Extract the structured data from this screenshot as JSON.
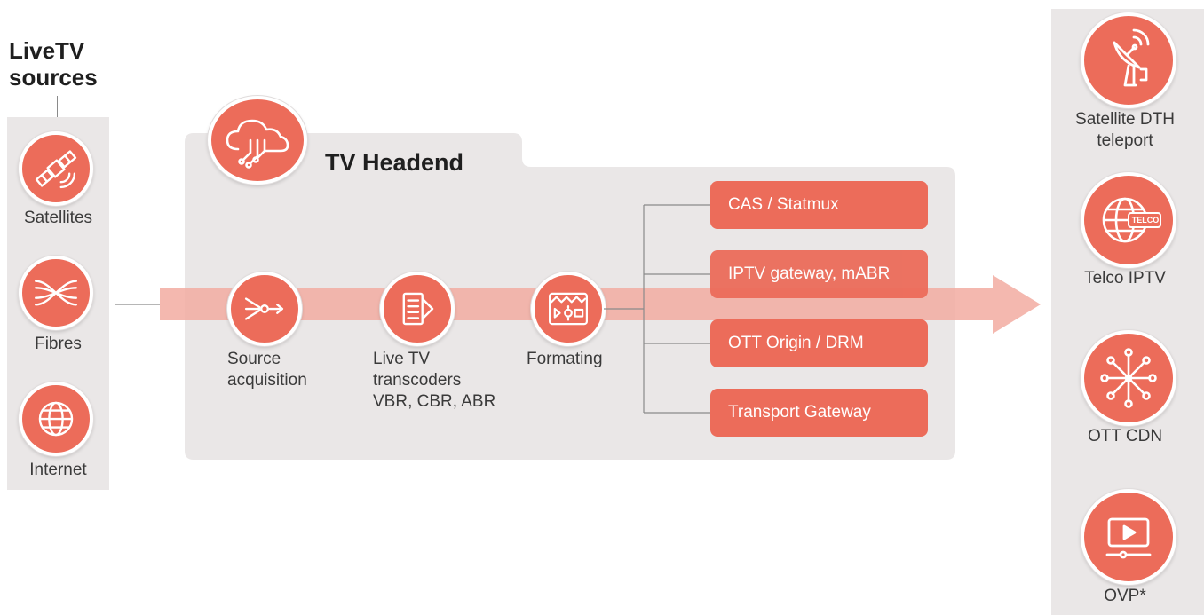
{
  "sources": {
    "title_line1": "LiveTV",
    "title_line2": "sources",
    "items": [
      {
        "label": "Satellites",
        "icon": "satellite-icon"
      },
      {
        "label": "Fibres",
        "icon": "fibre-icon"
      },
      {
        "label": "Internet",
        "icon": "globe-icon"
      }
    ]
  },
  "headend": {
    "title": "TV Headend",
    "icon": "cloud-network-icon",
    "steps": [
      {
        "lines": [
          "Source",
          "acquisition"
        ],
        "icon": "source-acquisition-icon"
      },
      {
        "lines": [
          "Live TV",
          "transcoders",
          "VBR, CBR, ABR"
        ],
        "icon": "transcoder-icon"
      },
      {
        "lines": [
          "Formating"
        ],
        "icon": "formatting-icon"
      }
    ],
    "outputs": [
      "CAS / Statmux",
      "IPTV gateway, mABR",
      "OTT Origin / DRM",
      "Transport Gateway"
    ]
  },
  "destinations": [
    {
      "lines": [
        "Satellite DTH",
        "teleport"
      ],
      "icon": "satellite-dish-icon"
    },
    {
      "lines": [
        "Telco IPTV"
      ],
      "icon": "telco-globe-icon",
      "badge": "TELCO"
    },
    {
      "lines": [
        "OTT CDN"
      ],
      "icon": "network-hub-icon"
    },
    {
      "lines": [
        "OVP*"
      ],
      "icon": "video-player-icon"
    }
  ],
  "colors": {
    "accent": "#ec6c5a",
    "panel": "#eae7e7",
    "arrow": "#f2aba1"
  }
}
